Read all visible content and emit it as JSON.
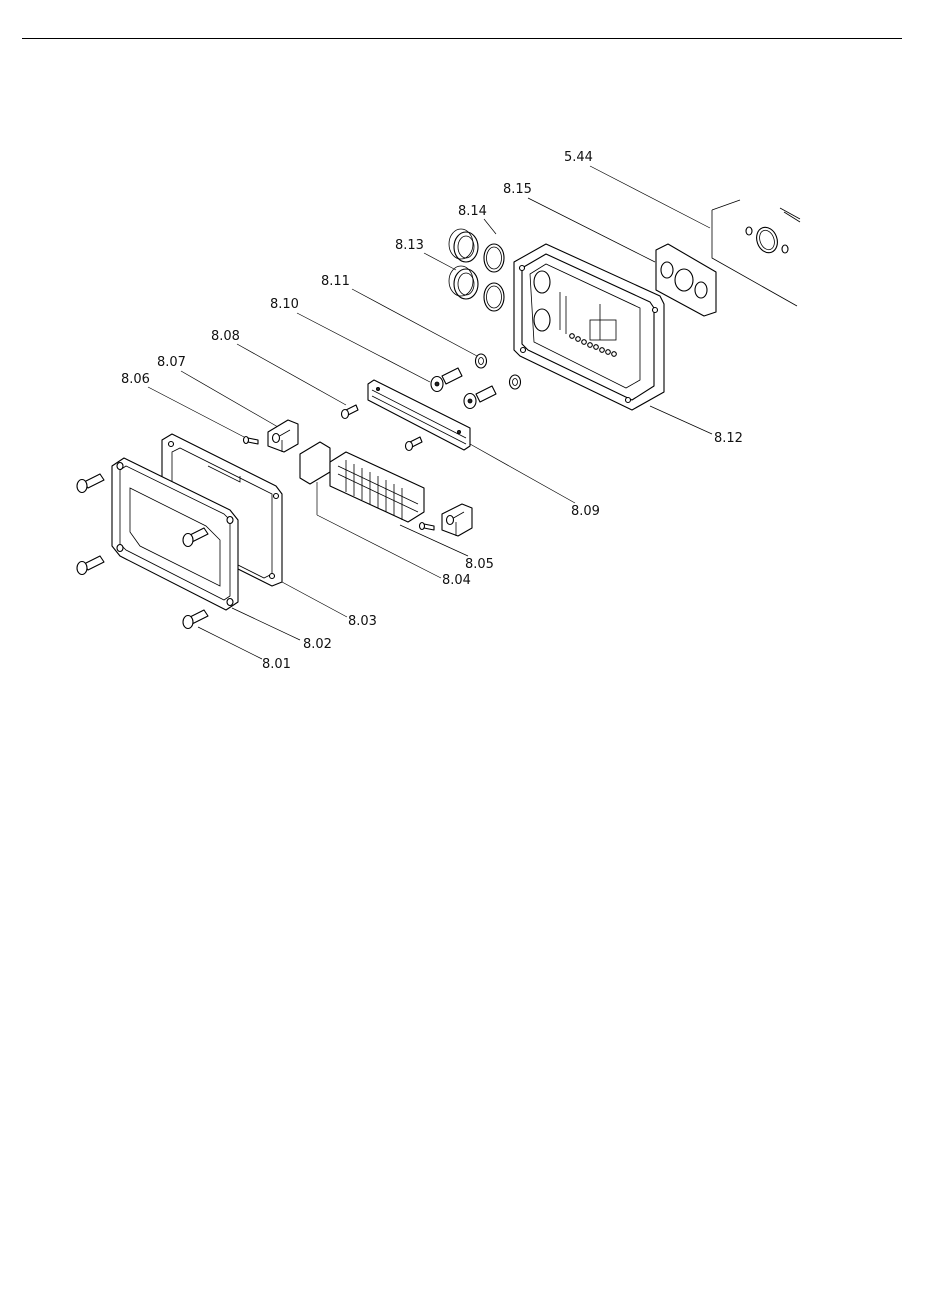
{
  "figure": {
    "labels": {
      "l_544": "5.44",
      "l_815": "8.15",
      "l_814": "8.14",
      "l_813": "8.13",
      "l_811": "8.11",
      "l_810": "8.10",
      "l_808": "8.08",
      "l_807": "8.07",
      "l_806": "8.06",
      "l_812": "8.12",
      "l_809": "8.09",
      "l_805": "8.05",
      "l_804": "8.04",
      "l_803": "8.03",
      "l_802": "8.02",
      "l_801": "8.01"
    }
  }
}
